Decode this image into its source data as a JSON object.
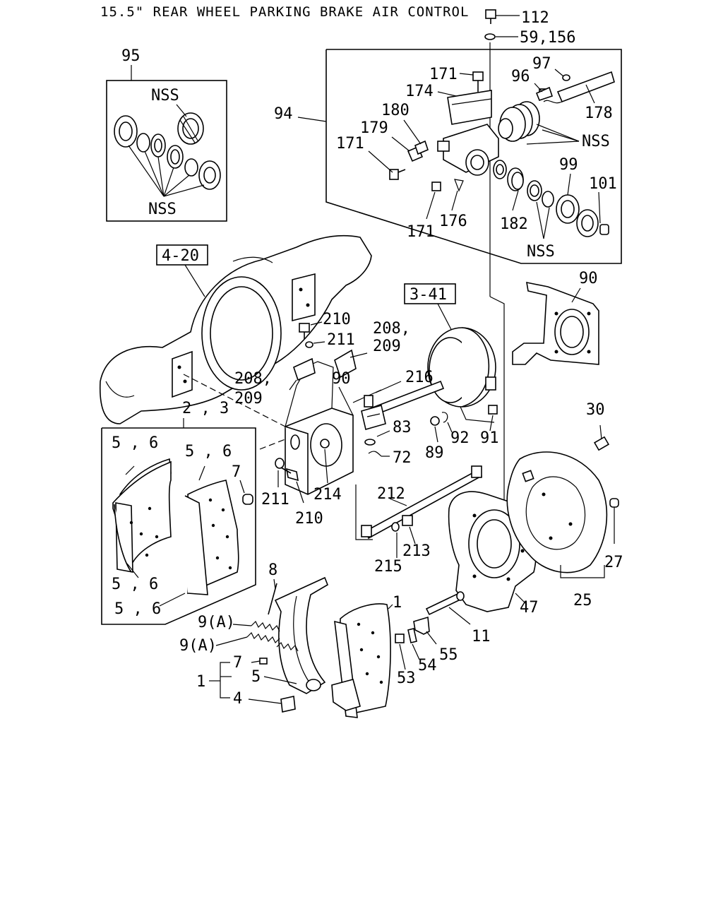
{
  "title": "15.5\" REAR WHEEL PARKING BRAKE AIR CONTROL",
  "callouts": {
    "c112": "112",
    "c59": "59,156",
    "c95": "95",
    "c171a": "171",
    "c97": "97",
    "c96": "96",
    "c174": "174",
    "c180": "180",
    "c179": "179",
    "c171b": "171",
    "c94": "94",
    "c178": "178",
    "c99": "99",
    "c101": "101",
    "c171c": "171",
    "c176": "176",
    "c182": "182",
    "c210a": "210",
    "c211a": "211",
    "c208a": "208,",
    "c209a": "209",
    "c208b": "208,",
    "c209b": "209",
    "c90a": "90",
    "c90b": "90",
    "c216": "216",
    "c23": "2 , 3",
    "c56a": "5 , 6",
    "c56b": "5 , 6",
    "c56c": "5 , 6",
    "c56d": "5 , 6",
    "c7a": "7",
    "c83": "83",
    "c72": "72",
    "c89": "89",
    "c92": "92",
    "c91": "91",
    "c30": "30",
    "c211b": "211",
    "c210b": "210",
    "c214": "214",
    "c212": "212",
    "c213": "213",
    "c215": "215",
    "c27": "27",
    "c25": "25",
    "c8": "8",
    "c1a": "1",
    "c47": "47",
    "c9a1": "9(A)",
    "c9a2": "9(A)",
    "c11": "11",
    "c55": "55",
    "c54": "54",
    "c53": "53",
    "c7b": "7",
    "c5": "5",
    "c1b": "1",
    "c4": "4"
  },
  "nss": {
    "n1": "NSS",
    "n2": "NSS",
    "n3": "NSS",
    "n4": "NSS"
  },
  "refs": {
    "r420": "4-20",
    "r341": "3-41"
  }
}
